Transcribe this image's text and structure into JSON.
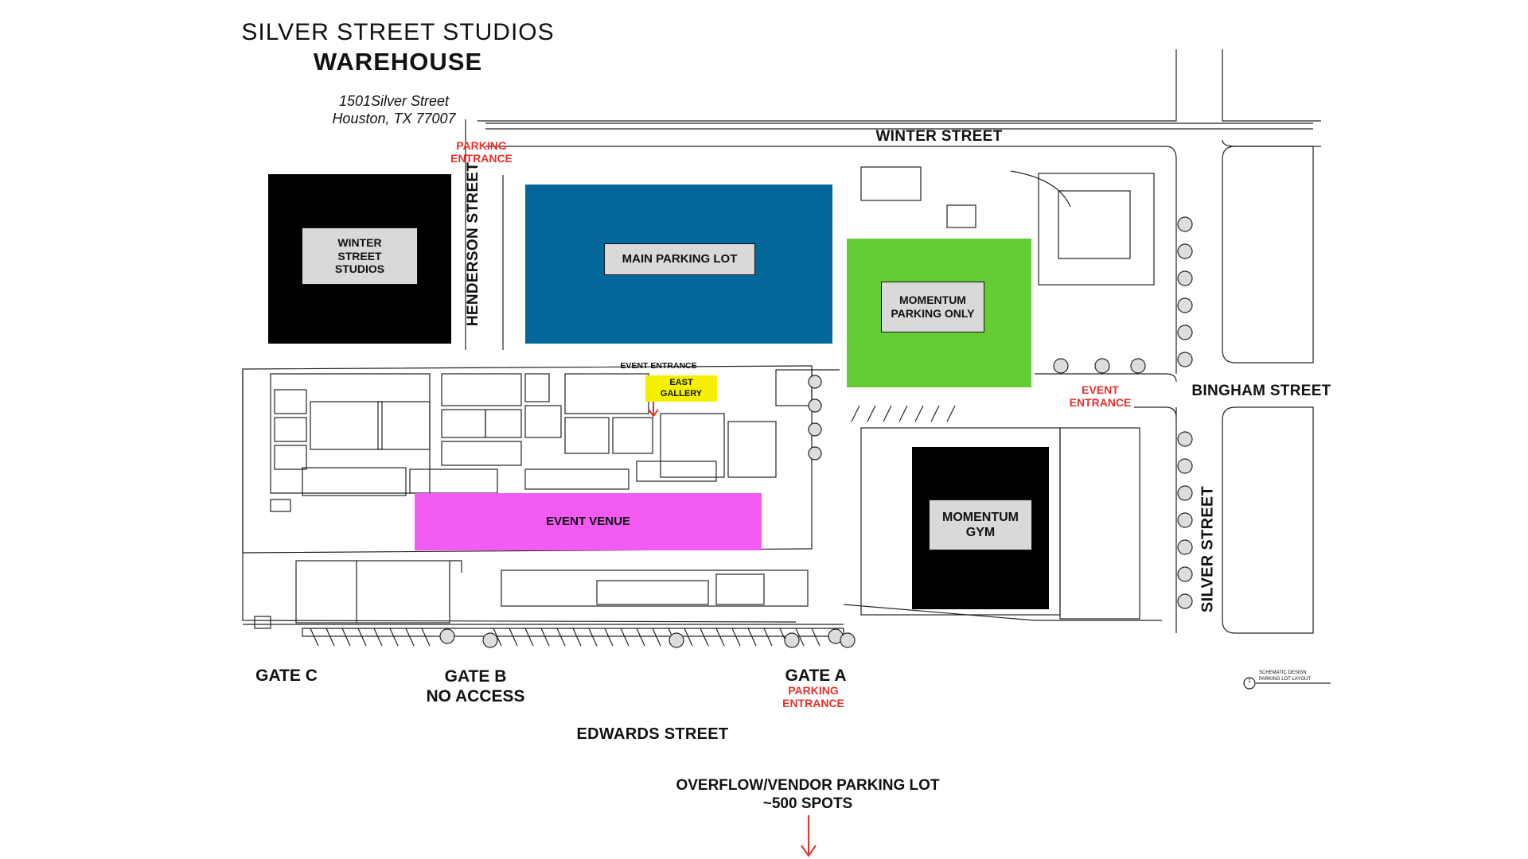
{
  "title": {
    "line1": "SILVER STREET STUDIOS",
    "line2": "WAREHOUSE",
    "address1": "1501Silver Street",
    "address2": "Houston, TX 77007"
  },
  "streets": {
    "winter": "WINTER STREET",
    "henderson": "HENDERSON STREET",
    "bingham": "BINGHAM STREET",
    "silver": "SILVER STREET",
    "edwards": "EDWARDS STREET"
  },
  "areas": {
    "winter_street_studios": "WINTER\nSTREET\nSTUDIOS",
    "main_parking_lot": "MAIN PARKING LOT",
    "momentum_parking": "MOMENTUM\nPARKING ONLY",
    "event_venue": "EVENT VENUE",
    "east_gallery": "EAST\nGALLERY",
    "momentum_gym": "MOMENTUM\nGYM"
  },
  "entrances": {
    "parking_entrance_top": "PARKING\nENTRANCE",
    "event_entrance_top": "EVENT ENTRANCE",
    "event_entrance_right": "EVENT\nENTRANCE",
    "parking_entrance_gate_a": "PARKING\nENTRANCE"
  },
  "gates": {
    "gate_c": "GATE C",
    "gate_b": "GATE B",
    "gate_b_note": "NO ACCESS",
    "gate_a": "GATE A"
  },
  "overflow": {
    "line1": "OVERFLOW/VENDOR PARKING LOT",
    "line2": "~500 SPOTS"
  },
  "sheet_note": {
    "number": "1",
    "line1": "SCHEMATIC DESIGN",
    "line2": "PARKING LOT LAYOUT"
  },
  "colors": {
    "main_parking": "#03679b",
    "momentum_parking": "#64cc35",
    "event_venue": "#f25cf2",
    "east_gallery": "#f5f000",
    "building_black": "#000000",
    "label_box": "#d9d9d9",
    "entrance_red": "#e8312a"
  }
}
